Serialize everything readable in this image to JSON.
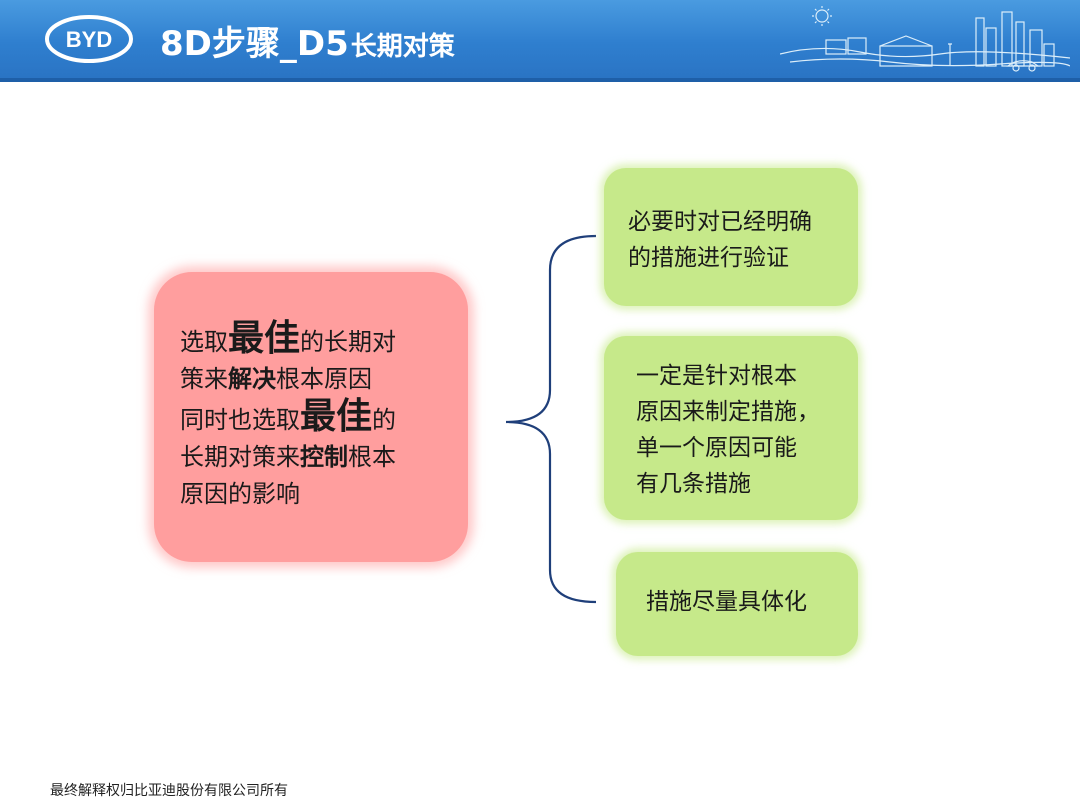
{
  "header": {
    "logo_text": "BYD",
    "title_main": "8D步骤_D5",
    "title_sub": "长期对策"
  },
  "main_box": {
    "line1_a": "选取",
    "line1_b": "最佳",
    "line1_c": "的长期对",
    "line2_a": "策来",
    "line2_b": "解决",
    "line2_c": "根本原因",
    "line3_a": "同时也选取",
    "line3_b": "最佳",
    "line3_c": "的",
    "line4_a": "长期对策来",
    "line4_b": "控制",
    "line4_c": "根本",
    "line5": "原因的影响"
  },
  "points": [
    {
      "lines": [
        "必要时对已经明确",
        "的措施进行验证"
      ]
    },
    {
      "lines": [
        "一定是针对根本",
        "原因来制定措施，",
        "单一个原因可能",
        "有几条措施"
      ]
    },
    {
      "lines": [
        "措施尽量具体化"
      ]
    }
  ],
  "footer": {
    "text": "最终解释权归比亚迪股份有限公司所有"
  },
  "colors": {
    "header_blue": "#2f7fcf",
    "main_box": "#ff9e9e",
    "point_box": "#c6e98a",
    "brace": "#1f3f7a"
  }
}
